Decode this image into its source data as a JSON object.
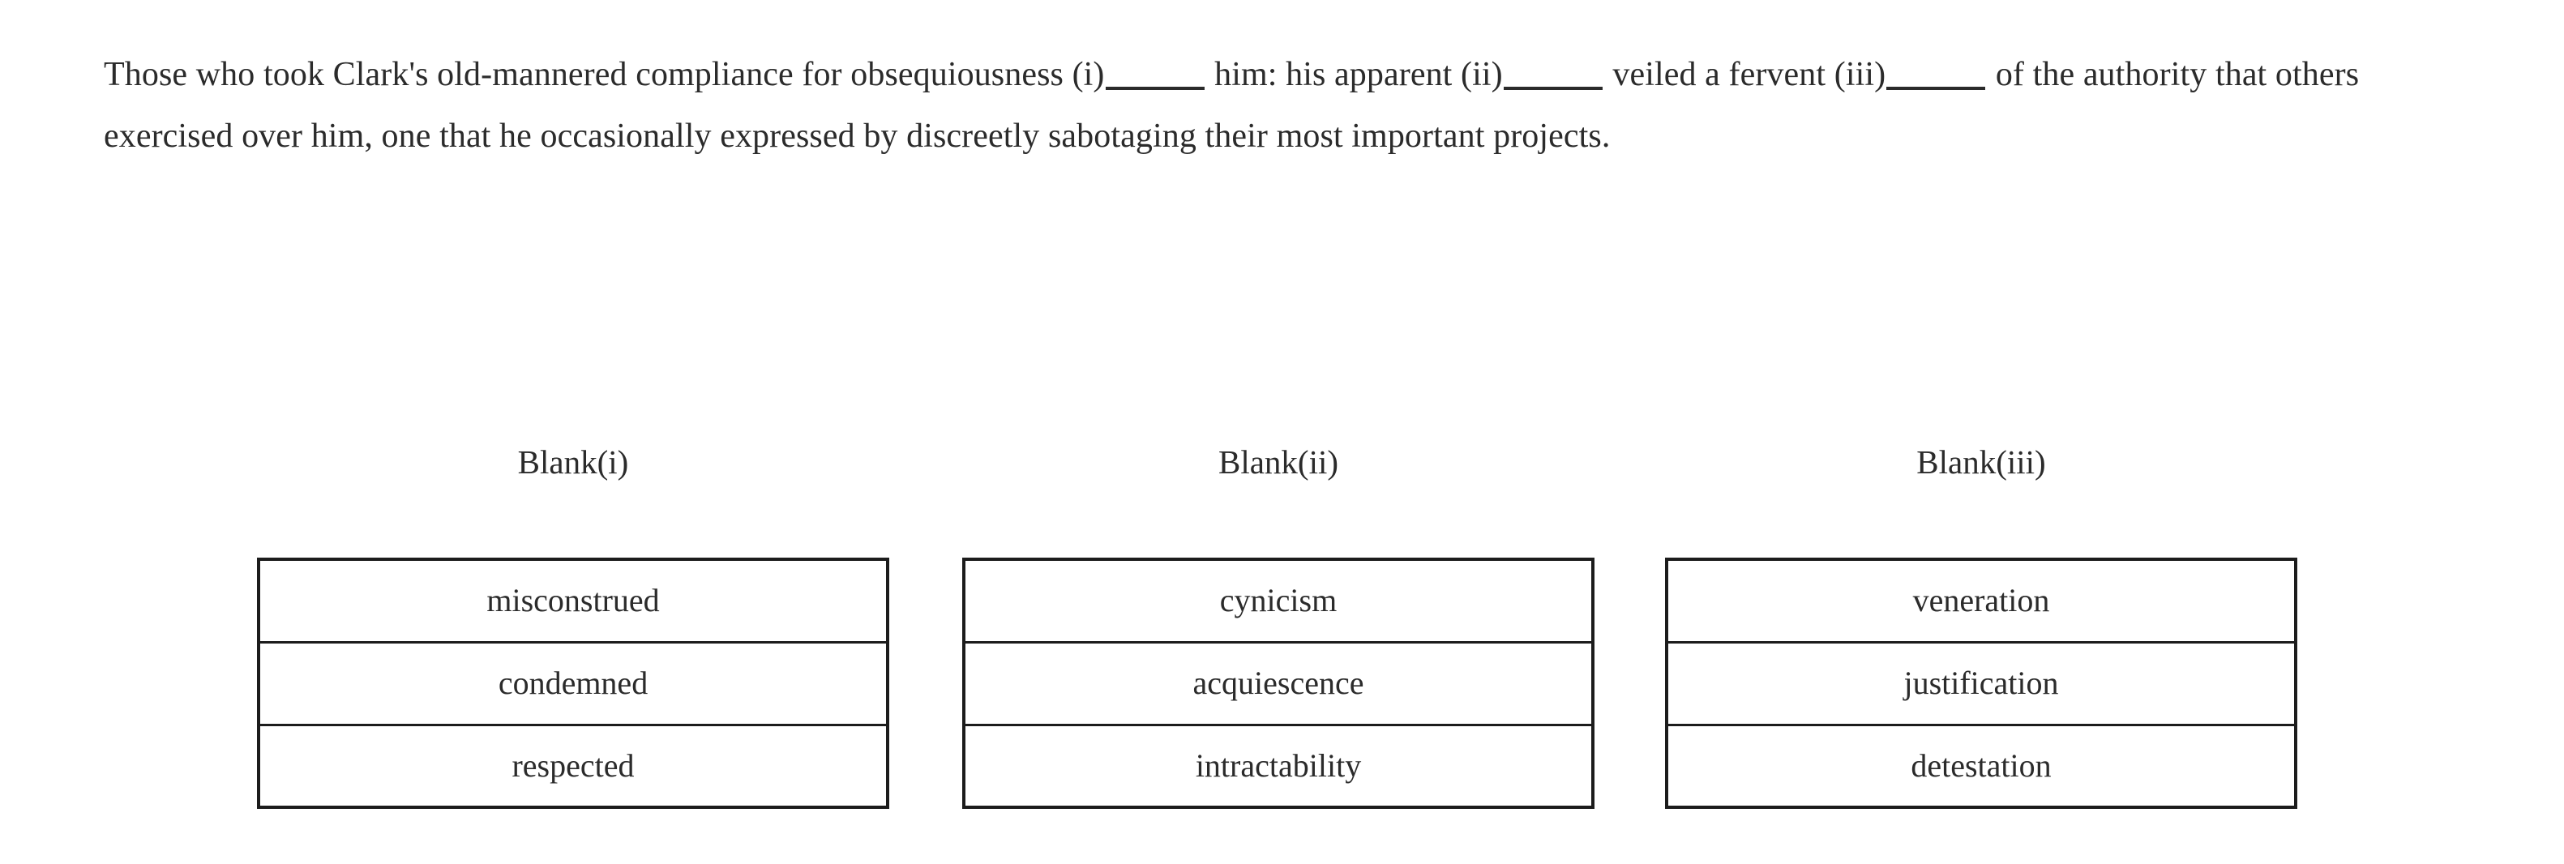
{
  "question": {
    "segments": [
      {
        "type": "text",
        "value": "Those who took Clark's old-mannered compliance for obsequiousness (i)"
      },
      {
        "type": "blank",
        "value": "_____"
      },
      {
        "type": "text",
        "value": " him: his apparent (ii)"
      },
      {
        "type": "blank",
        "value": "_____"
      },
      {
        "type": "text",
        "value": " veiled a fervent (iii)"
      },
      {
        "type": "blank",
        "value": "_____"
      },
      {
        "type": "text",
        "value": " of the authority that others exercised over him, one that he occasionally expressed by discreetly sabotaging their most important projects."
      }
    ],
    "full_text": "Those who took Clark's old-mannered compliance for obsequiousness (i)_____ him: his apparent (ii)_____ veiled a fervent (iii)_____ of the authority that others exercised over him, one that he occasionally expressed by discreetly sabotaging their most important projects.",
    "line_1": "Those who took Clark's old-mannered compliance for obsequiousness (i)_____ him: his apparent (ii)_____ veiled a fervent (iii)_____",
    "line_2": "of the authority that others exercised over him, one that he occasionally expressed by discreetly sabotaging their most important",
    "line_3": "projects."
  },
  "answer_columns": [
    {
      "header": "Blank(i)",
      "options": [
        "misconstrued",
        "condemned",
        "respected"
      ]
    },
    {
      "header": "Blank(ii)",
      "options": [
        "cynicism",
        "acquiescence",
        "intractability"
      ]
    },
    {
      "header": "Blank(iii)",
      "options": [
        "veneration",
        "justification",
        "detestation"
      ]
    }
  ],
  "colors": {
    "page_background": "#ffffff",
    "text": "#2b2b2b",
    "table_border": "#1c1c1c"
  }
}
